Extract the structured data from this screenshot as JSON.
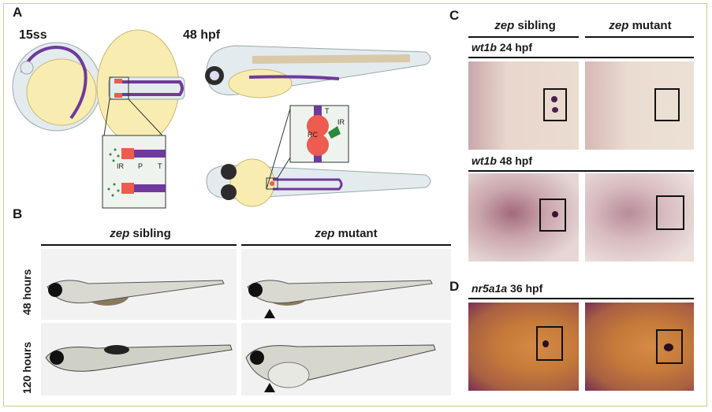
{
  "panels": {
    "A": {
      "letter": "A",
      "stage_left": "15ss",
      "stage_right": "48 hpf",
      "inset_labels": {
        "IR": "IR",
        "P": "P",
        "T": "T"
      },
      "dorsal_inset_labels": {
        "T": "T",
        "RC": "RC",
        "IR": "IR"
      }
    },
    "B": {
      "letter": "B",
      "col1_gene": "zep",
      "col1_rest": " sibling",
      "col2_gene": "zep",
      "col2_rest": " mutant",
      "row1": "48 hours",
      "row2": "120 hours"
    },
    "C": {
      "letter": "C",
      "col1_gene": "zep",
      "col1_rest": " sibling",
      "col2_gene": "zep",
      "col2_rest": " mutant",
      "row1_gene": "wt1b",
      "row1_rest": " 24 hpf",
      "row2_gene": "wt1b",
      "row2_rest": " 48 hpf"
    },
    "D": {
      "letter": "D",
      "row_gene": "nr5a1a",
      "row_rest": " 36 hpf"
    }
  },
  "colors": {
    "yolk": "#f8ecb0",
    "tissue": "#e3ebee",
    "pronephros": "#6f3a9c",
    "interrenal": "#2a8a3a",
    "renal_corpuscle": "#ee5b4f",
    "frame": "#c9cf8a"
  }
}
